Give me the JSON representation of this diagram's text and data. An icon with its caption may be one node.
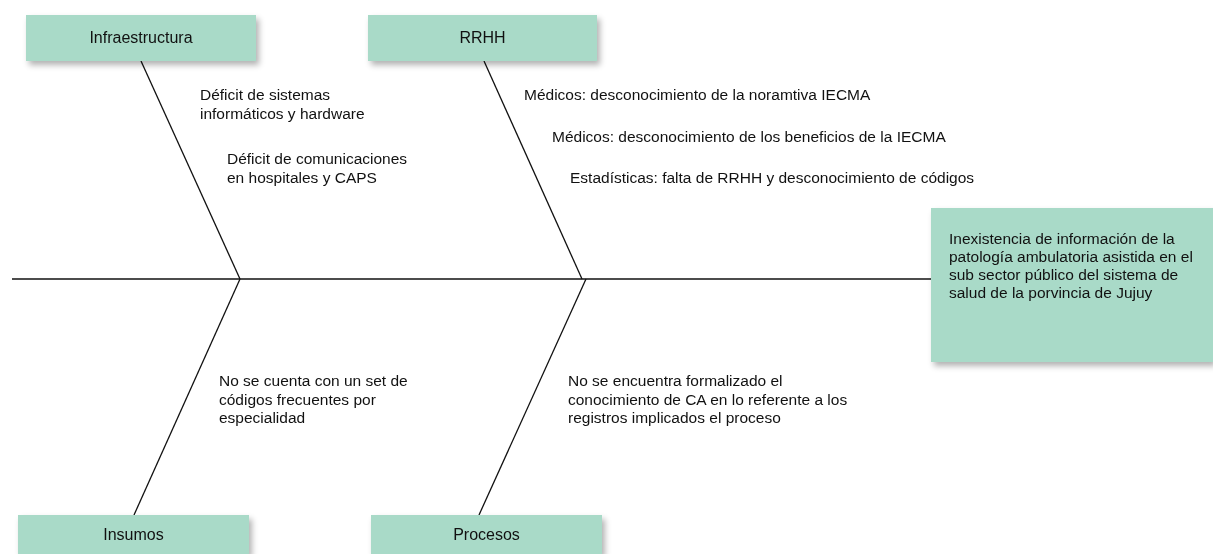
{
  "diagram": {
    "nodes": [
      {
        "text": [
          "Infraestructura"
        ]
      },
      {
        "text": [
          "RRHH"
        ]
      },
      {
        "text": [
          "Inexistencia de información de la patología ambulatoria asistida en el sub sector público del sistema de salud de la porvincia de Jujuy"
        ]
      },
      {
        "text": [
          "Insumos"
        ]
      },
      {
        "text": [
          "Procesos"
        ]
      }
    ],
    "edges": [
      {
        "from": null,
        "to": 2,
        "arrow": "none"
      },
      {
        "from": 0,
        "to": null,
        "arrow": "none"
      },
      {
        "from": 1,
        "to": null,
        "arrow": "none"
      },
      {
        "from": 3,
        "to": null,
        "arrow": "none"
      },
      {
        "from": 4,
        "to": null,
        "arrow": "none"
      }
    ],
    "labels": [
      "Déficit de sistemas informáticos y hardware",
      "Déficit de comunicaciones en hospitales y CAPS",
      "Médicos: desconocimiento de la noramtiva IECMA",
      "Médicos: desconocimiento de los beneficios de la IECMA",
      "Estadísticas: falta de RRHH y desconocimiento de códigos",
      "No se cuenta con un set de códigos frecuentes por especialidad",
      "No se encuentra formalizado el conocimiento de CA en lo referente a los registros implicados el proceso"
    ]
  }
}
